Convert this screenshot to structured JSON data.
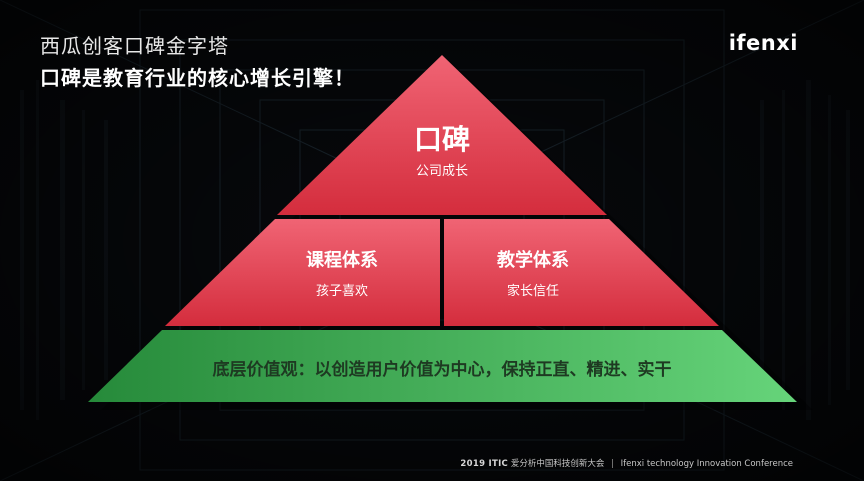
{
  "header": {
    "title": "西瓜创客口碑金字塔",
    "subtitle": "口碑是教育行业的核心增长引擎！",
    "logo_text": "ifenxi"
  },
  "pyramid": {
    "top": {
      "title": "口碑",
      "subtitle": "公司成长"
    },
    "middle_left": {
      "title": "课程体系",
      "subtitle": "孩子喜欢"
    },
    "middle_right": {
      "title": "教学体系",
      "subtitle": "家长信任"
    },
    "base": {
      "text": "底层价值观：以创造用户价值为中心，保持正直、精进、实干"
    }
  },
  "footer": {
    "brand": "2019 ITIC",
    "cn": "爱分析中国科技创新大会",
    "separator": "|",
    "en": "Ifenxi technology Innovation Conference"
  },
  "colors": {
    "background": "#050608",
    "red_top": "#f06070",
    "red_bottom": "#d32c3c",
    "green_left": "#2a8a3e",
    "green_right": "#67d37b"
  }
}
